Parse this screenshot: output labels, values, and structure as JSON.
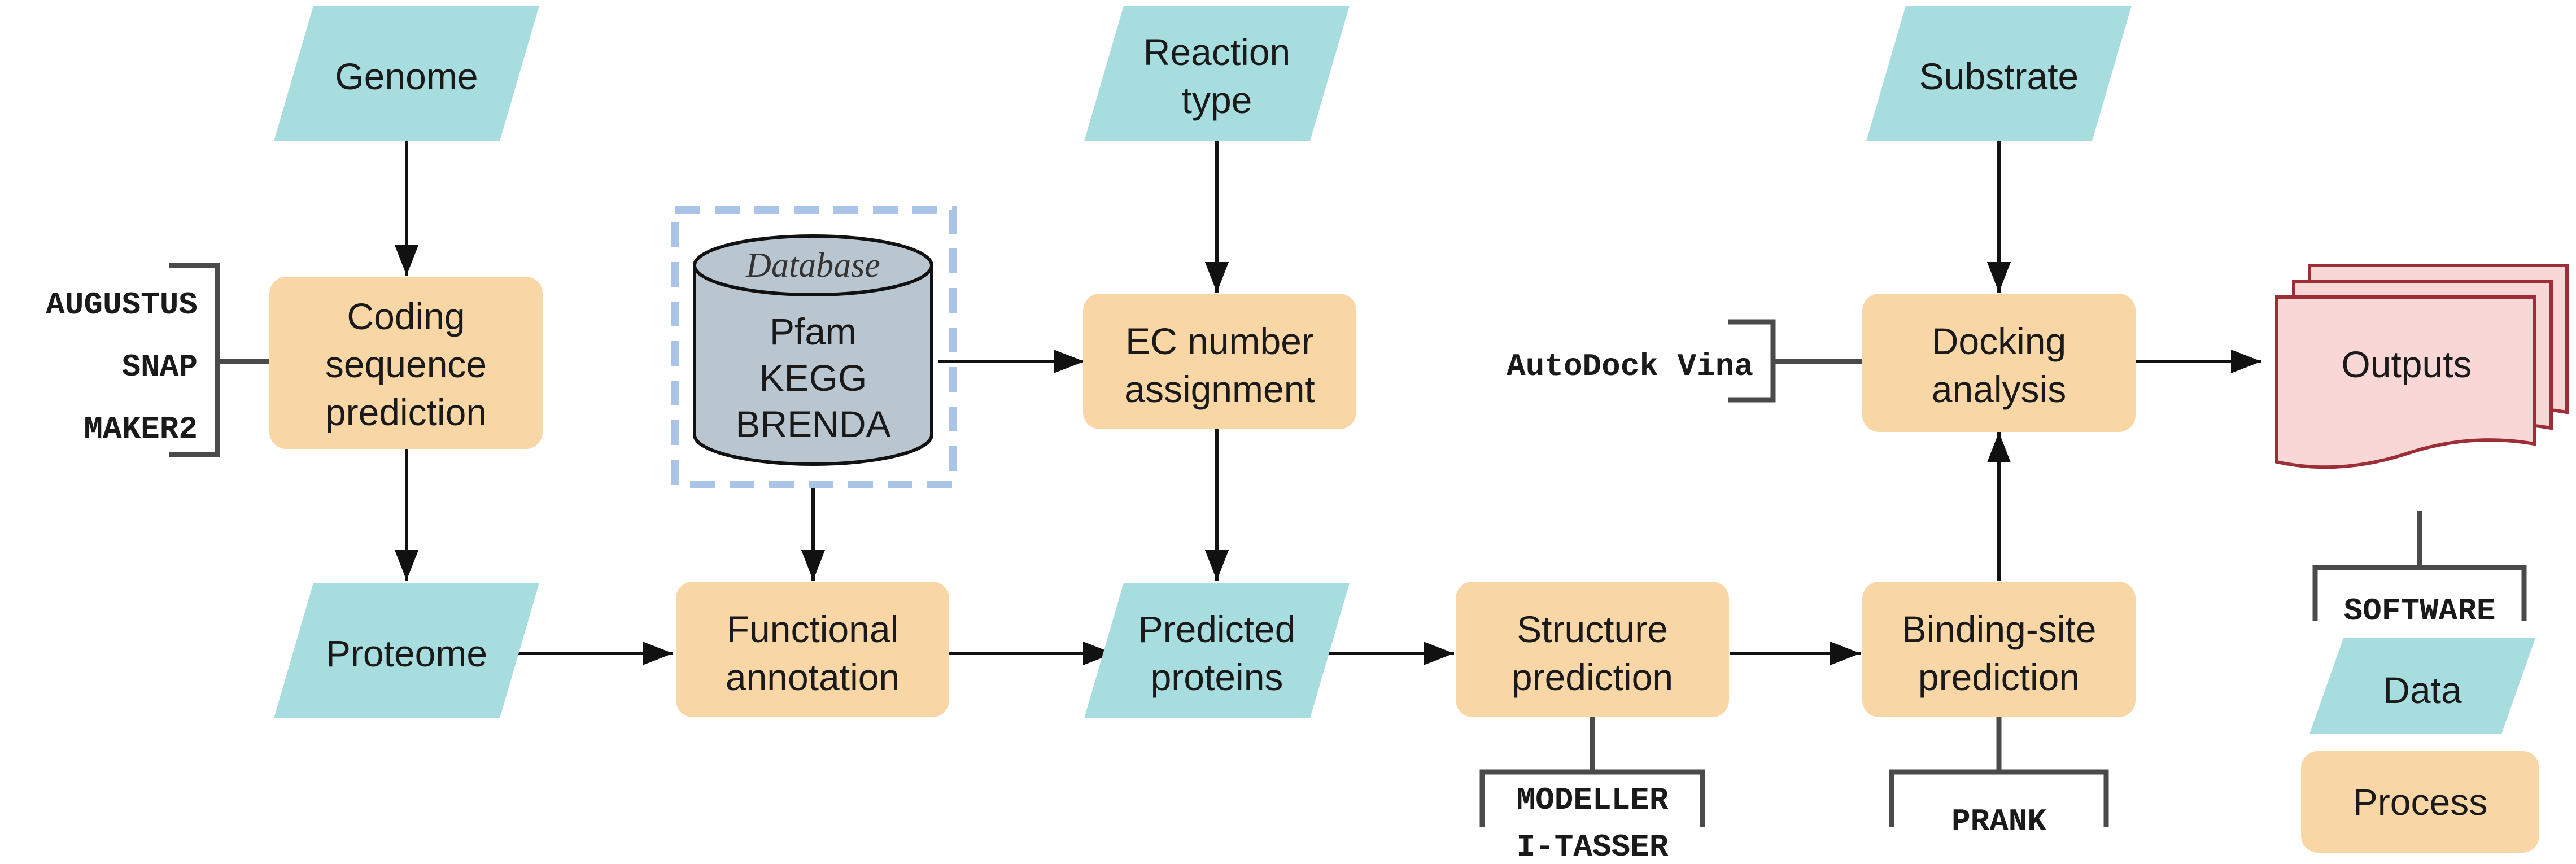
{
  "nodes": {
    "genome": "Genome",
    "reaction_type": [
      "Reaction",
      "type"
    ],
    "substrate": "Substrate",
    "coding_sequence_prediction": [
      "Coding",
      "sequence",
      "prediction"
    ],
    "ec_number_assignment": [
      "EC number",
      "assignment"
    ],
    "docking_analysis": [
      "Docking",
      "analysis"
    ],
    "outputs": "Outputs",
    "proteome": "Proteome",
    "functional_annotation": [
      "Functional",
      "annotation"
    ],
    "predicted_proteins": [
      "Predicted",
      "proteins"
    ],
    "structure_prediction": [
      "Structure",
      "prediction"
    ],
    "binding_site_prediction": [
      "Binding-site",
      "prediction"
    ]
  },
  "database": {
    "title": "Database",
    "entries": [
      "Pfam",
      "KEGG",
      "BRENDA"
    ]
  },
  "software": {
    "coding": [
      "AUGUSTUS",
      "SNAP",
      "MAKER2"
    ],
    "docking": "AutoDock Vina",
    "structure": [
      "MODELLER",
      "I-TASSER"
    ],
    "binding": "PRANK"
  },
  "legend": {
    "software": "SOFTWARE",
    "data": "Data",
    "process": "Process"
  },
  "colors": {
    "data": "#a8dde0",
    "process": "#f9d6a6",
    "database_fill": "#b9c6cf",
    "database_border": "#a9c4e6",
    "outputs_fill": "#f9d7d7",
    "outputs_stroke": "#9b2f35",
    "bracket": "#4a4a4a",
    "arrow": "#111111"
  }
}
